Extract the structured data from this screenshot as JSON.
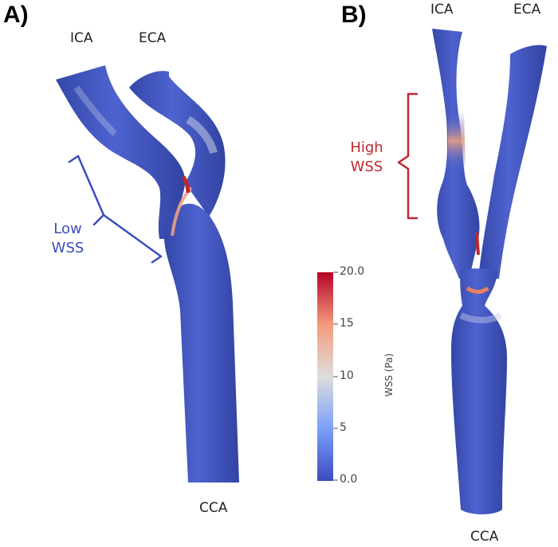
{
  "panels": [
    {
      "letter": "A)",
      "labels": {
        "ica": "ICA",
        "eca": "ECA",
        "cca": "CCA"
      },
      "annotation": {
        "line1": "Low",
        "line2": "WSS"
      }
    },
    {
      "letter": "B)",
      "labels": {
        "ica": "ICA",
        "eca": "ECA",
        "cca": "CCA"
      },
      "annotation": {
        "line1": "High",
        "line2": "WSS"
      }
    }
  ],
  "colorbar": {
    "title": "WSS (Pa)",
    "ticks": [
      "20.0",
      "15",
      "10",
      "5",
      "0.0"
    ],
    "colors": {
      "low": "#3b4cc0",
      "mid": "#dddddd",
      "high": "#b40426"
    }
  }
}
